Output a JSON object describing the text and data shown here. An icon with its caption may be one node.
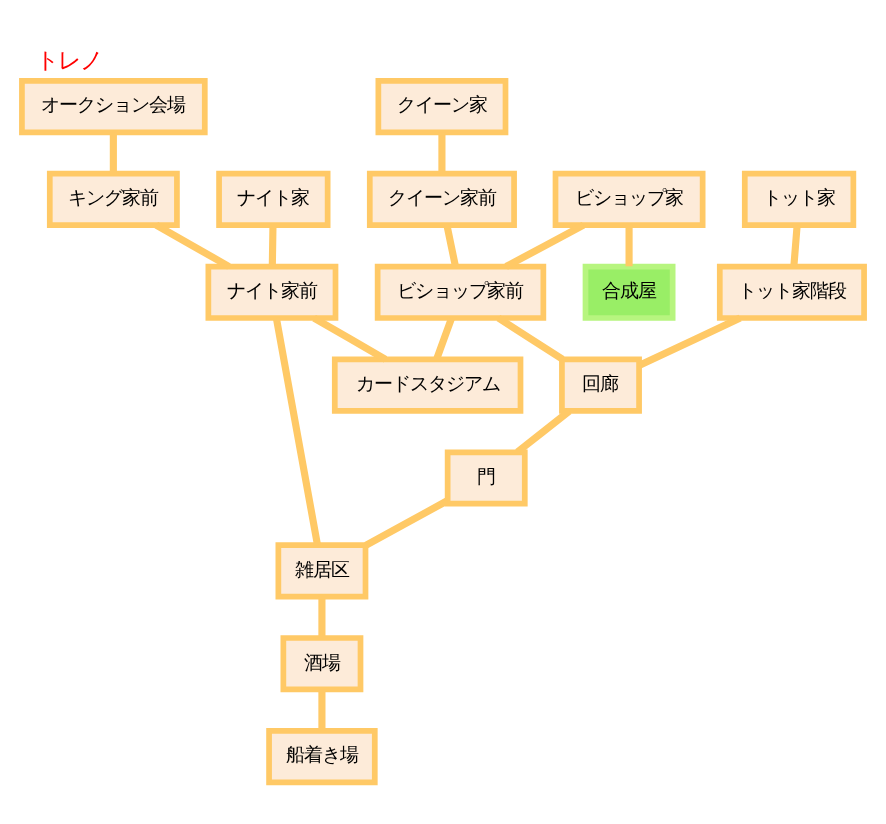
{
  "diagram": {
    "title": "トレノ",
    "nodes": [
      {
        "text": [
          "クイーン家"
        ]
      },
      {
        "text": [
          "クイーン家前"
        ]
      },
      {
        "text": [
          "ビショップ家"
        ]
      },
      {
        "text": [
          "合成屋"
        ]
      },
      {
        "text": [
          "ビショップ家前"
        ]
      },
      {
        "text": [
          "トット家"
        ]
      },
      {
        "text": [
          "トット家階段"
        ]
      },
      {
        "text": [
          "回廊"
        ]
      },
      {
        "text": [
          "門"
        ]
      },
      {
        "text": [
          "カードスタジアム"
        ]
      },
      {
        "text": [
          "オークション会場"
        ]
      },
      {
        "text": [
          "キング家前"
        ]
      },
      {
        "text": [
          "ナイト家"
        ]
      },
      {
        "text": [
          "ナイト家前"
        ]
      },
      {
        "text": [
          "雑居区"
        ]
      },
      {
        "text": [
          "酒場"
        ]
      },
      {
        "text": [
          "船着き場"
        ]
      }
    ],
    "edges": [
      {
        "from": 0,
        "to": 1,
        "arrow": "none"
      },
      {
        "from": 1,
        "to": 4,
        "arrow": "none"
      },
      {
        "from": 2,
        "to": 4,
        "arrow": "none"
      },
      {
        "from": 2,
        "to": 3,
        "arrow": "none"
      },
      {
        "from": 4,
        "to": 9,
        "arrow": "none"
      },
      {
        "from": 4,
        "to": 7,
        "arrow": "none"
      },
      {
        "from": 5,
        "to": 6,
        "arrow": "none"
      },
      {
        "from": 6,
        "to": 7,
        "arrow": "none"
      },
      {
        "from": 7,
        "to": 8,
        "arrow": "none"
      },
      {
        "from": 8,
        "to": 14,
        "arrow": "none"
      },
      {
        "from": 10,
        "to": 11,
        "arrow": "none"
      },
      {
        "from": 11,
        "to": 13,
        "arrow": "none"
      },
      {
        "from": 12,
        "to": 13,
        "arrow": "none"
      },
      {
        "from": 13,
        "to": 9,
        "arrow": "none"
      },
      {
        "from": 13,
        "to": 14,
        "arrow": "none"
      },
      {
        "from": 14,
        "to": 15,
        "arrow": "none"
      },
      {
        "from": 15,
        "to": 16,
        "arrow": "none"
      }
    ]
  }
}
